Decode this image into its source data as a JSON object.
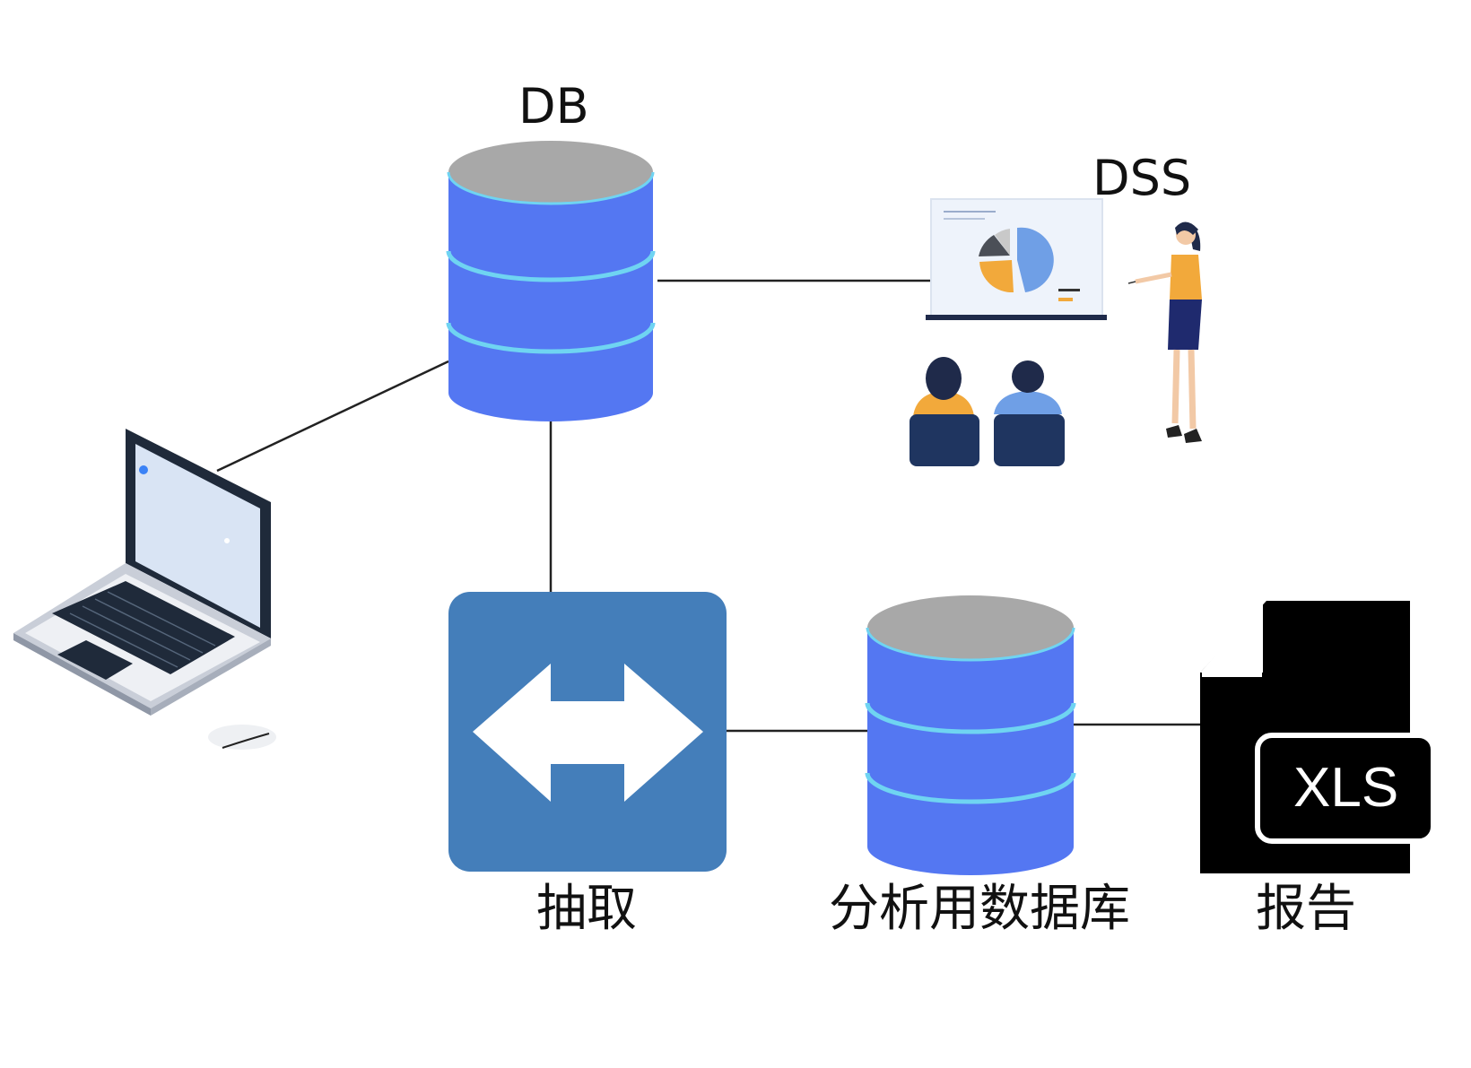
{
  "labels": {
    "db": "DB",
    "dss": "DSS",
    "extract": "抽取",
    "analysis_db": "分析用数据库",
    "report": "报告",
    "xls": "XLS"
  },
  "icons": {
    "laptop": "laptop-icon",
    "db": "database-icon",
    "dss": "presentation-icon",
    "extract": "bidirectional-arrow-icon",
    "analysis_db": "database-icon",
    "report": "file-xls-icon"
  },
  "colors": {
    "db_body": "#5477F2",
    "db_top": "#A8A8A8",
    "db_band": "#6FD4F2",
    "extract_box": "#447EBA",
    "line": "#222222"
  }
}
